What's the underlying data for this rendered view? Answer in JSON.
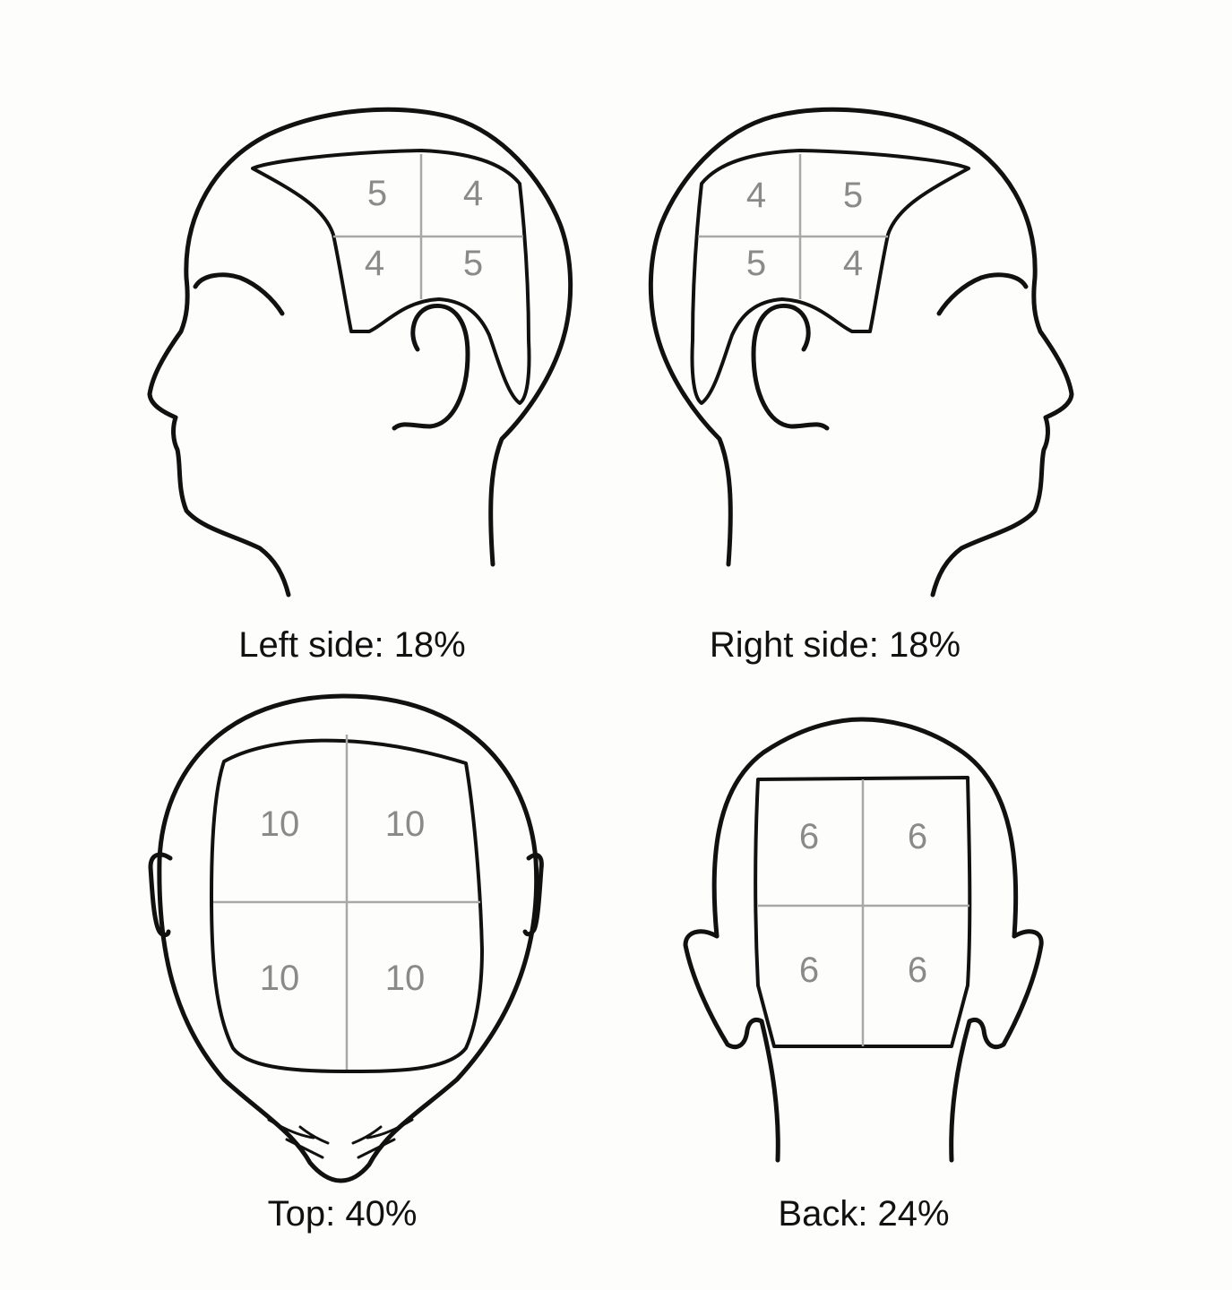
{
  "panels": {
    "left": {
      "caption": "Left side: 18%",
      "cells": [
        "5",
        "4",
        "4",
        "5"
      ]
    },
    "right": {
      "caption": "Right side: 18%",
      "cells": [
        "4",
        "5",
        "5",
        "4"
      ]
    },
    "top": {
      "caption": "Top: 40%",
      "cells": [
        "10",
        "10",
        "10",
        "10"
      ]
    },
    "back": {
      "caption": "Back: 24%",
      "cells": [
        "6",
        "6",
        "6",
        "6"
      ]
    }
  }
}
